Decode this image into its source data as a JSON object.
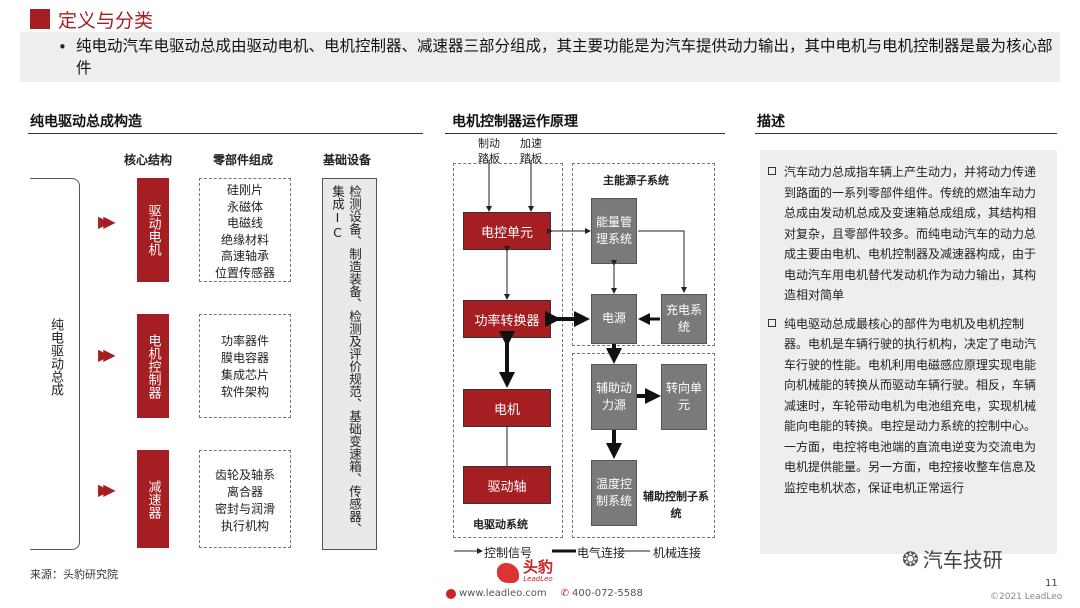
{
  "header": {
    "title": "定义与分类",
    "bullet": "纯电动汽车电驱动总成由驱动电机、电机控制器、减速器三部分组成，其主要功能是为汽车提供动力输出，其中电机与电机控制器是最为核心部件"
  },
  "left": {
    "title": "纯电驱动总成构造",
    "col_core": "核心结构",
    "col_parts": "零部件组成",
    "col_base": "基础设备",
    "root": "纯电驱动总成",
    "cores": [
      "驱动电机",
      "电机控制器",
      "减速器"
    ],
    "parts": [
      [
        "硅刚片",
        "永磁体",
        "电磁线",
        "绝缘材料",
        "高速轴承",
        "位置传感器"
      ],
      [
        "功率器件",
        "膜电容器",
        "集成芯片",
        "软件架构"
      ],
      [
        "齿轮及轴系",
        "离合器",
        "密封与润滑",
        "执行机构"
      ]
    ],
    "base_text": "检测设备、制造装备、检测及评价规范、基础变速箱、传感器、集成IC",
    "source": "来源：头豹研究院"
  },
  "middle": {
    "title": "电机控制器运作原理",
    "brake_pedal": "制动踏板",
    "accel_pedal": "加速踏板",
    "ecu": "电控单元",
    "power_converter": "功率转换器",
    "motor": "电机",
    "drive_shaft": "驱动轴",
    "main_power_title": "主能源子系统",
    "energy_mgmt": "能量管理系统",
    "power_source": "电源",
    "charging": "充电系统",
    "aux_power": "辅助动力源",
    "steering": "转向单元",
    "temp_ctrl": "温度控制系统",
    "aux_ctrl_title": "辅助控制子系统",
    "drive_sys_title": "电驱动系统",
    "legend_ctrl": "控制信号",
    "legend_elec": "电气连接",
    "legend_mech": "机械连接"
  },
  "right": {
    "title": "描述",
    "items": [
      "汽车动力总成指车辆上产生动力，并将动力传递到路面的一系列零部件组件。传统的燃油车动力总成由发动机总成及变速箱总成组成，其结构相对复杂，且零部件较多。而纯电动汽车的动力总成主要由电机、电机控制器及减速器构成，由于电动汽车用电机替代发动机作为动力输出，其构造相对简单",
      "纯电驱动总成最核心的部件为电机及电机控制器。电机是车辆行驶的执行机构，决定了电动汽车行驶的性能。电机利用电磁感应原理实现电能向机械能的转换从而驱动车辆行驶。相反，车辆减速时，车轮带动电机为电池组充电，实现机械能向电能的转换。电控是动力系统的控制中心。一方面，电控将电池端的直流电逆变为交流电为电机提供能量。另一方面，电控接收整车信息及监控电机状态，保证电机正常运行"
    ]
  },
  "footer": {
    "logo_cn": "头豹",
    "logo_en": "LeadLeo",
    "website": "www.leadleo.com",
    "phone": "400-072-5588",
    "copyright": "©2021 LeadLeo",
    "page": "11",
    "watermark": "汽车技研"
  }
}
